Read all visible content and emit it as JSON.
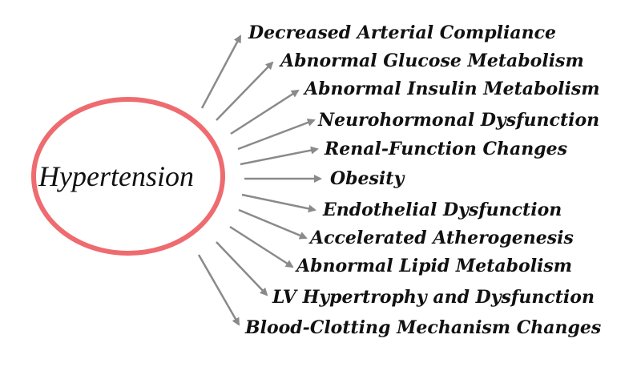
{
  "title": "Hypertension",
  "colors": {
    "circle": "#ee6b70",
    "arrow": "#8a8a8a",
    "text": "#111111"
  },
  "effects": [
    "Decreased Arterial Compliance",
    "Abnormal Glucose Metabolism",
    "Abnormal Insulin Metabolism",
    "Neurohormonal Dysfunction",
    "Renal-Function Changes",
    "Obesity",
    "Endothelial Dysfunction",
    "Accelerated Atherogenesis",
    "Abnormal Lipid Metabolism",
    "LV Hypertrophy and Dysfunction",
    "Blood-Clotting Mechanism Changes"
  ]
}
